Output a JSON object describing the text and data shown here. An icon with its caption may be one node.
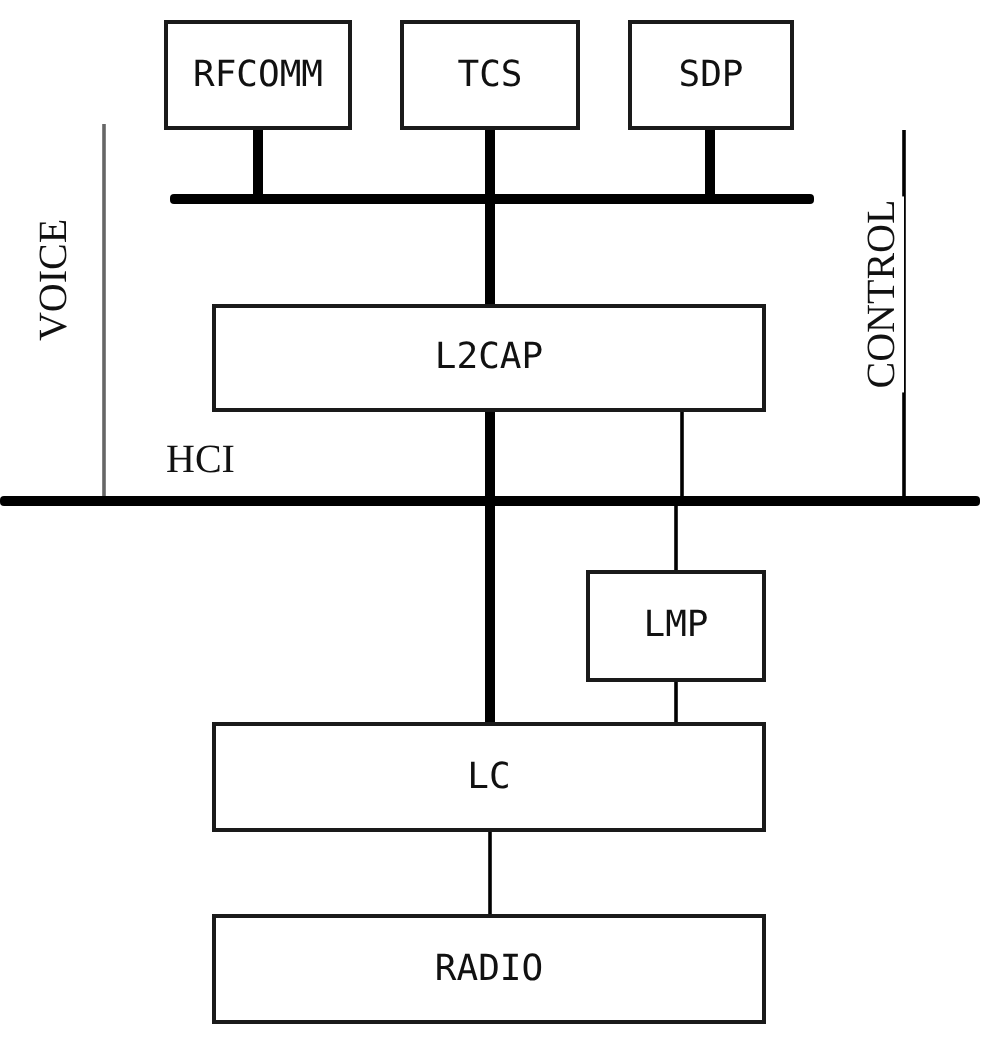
{
  "diagram": {
    "nodes": [
      {
        "text": [
          "RFCOMM"
        ]
      },
      {
        "text": [
          "TCS"
        ]
      },
      {
        "text": [
          "SDP"
        ]
      },
      {
        "text": [],
        "shape": "bar"
      },
      {
        "text": [
          "L2CAP"
        ]
      },
      {
        "text": [],
        "shape": "bar",
        "beside": [
          "HCI"
        ]
      },
      {
        "text": [
          "LMP"
        ]
      },
      {
        "text": [
          "LC"
        ]
      },
      {
        "text": [
          "RADIO"
        ]
      }
    ],
    "edges": [
      {
        "from": 0,
        "to": 3,
        "arrow": "none",
        "style": "thick"
      },
      {
        "from": 1,
        "to": 3,
        "arrow": "none",
        "style": "thick"
      },
      {
        "from": 2,
        "to": 3,
        "arrow": "none",
        "style": "thick"
      },
      {
        "from": 3,
        "to": 4,
        "arrow": "none",
        "style": "thick"
      },
      {
        "from": null,
        "to": 5,
        "arrow": "none",
        "label": "VOICE",
        "color": "#666666"
      },
      {
        "from": null,
        "to": 5,
        "arrow": "none",
        "label": "CONTROL"
      },
      {
        "from": 4,
        "to": 5,
        "arrow": "none",
        "style": "thick"
      },
      {
        "from": 4,
        "to": 5,
        "arrow": "none"
      },
      {
        "from": 5,
        "to": 7,
        "arrow": "none",
        "style": "thick"
      },
      {
        "from": 5,
        "to": 6,
        "arrow": "none"
      },
      {
        "from": 6,
        "to": 7,
        "arrow": "none"
      },
      {
        "from": 7,
        "to": 8,
        "arrow": "none"
      }
    ]
  }
}
